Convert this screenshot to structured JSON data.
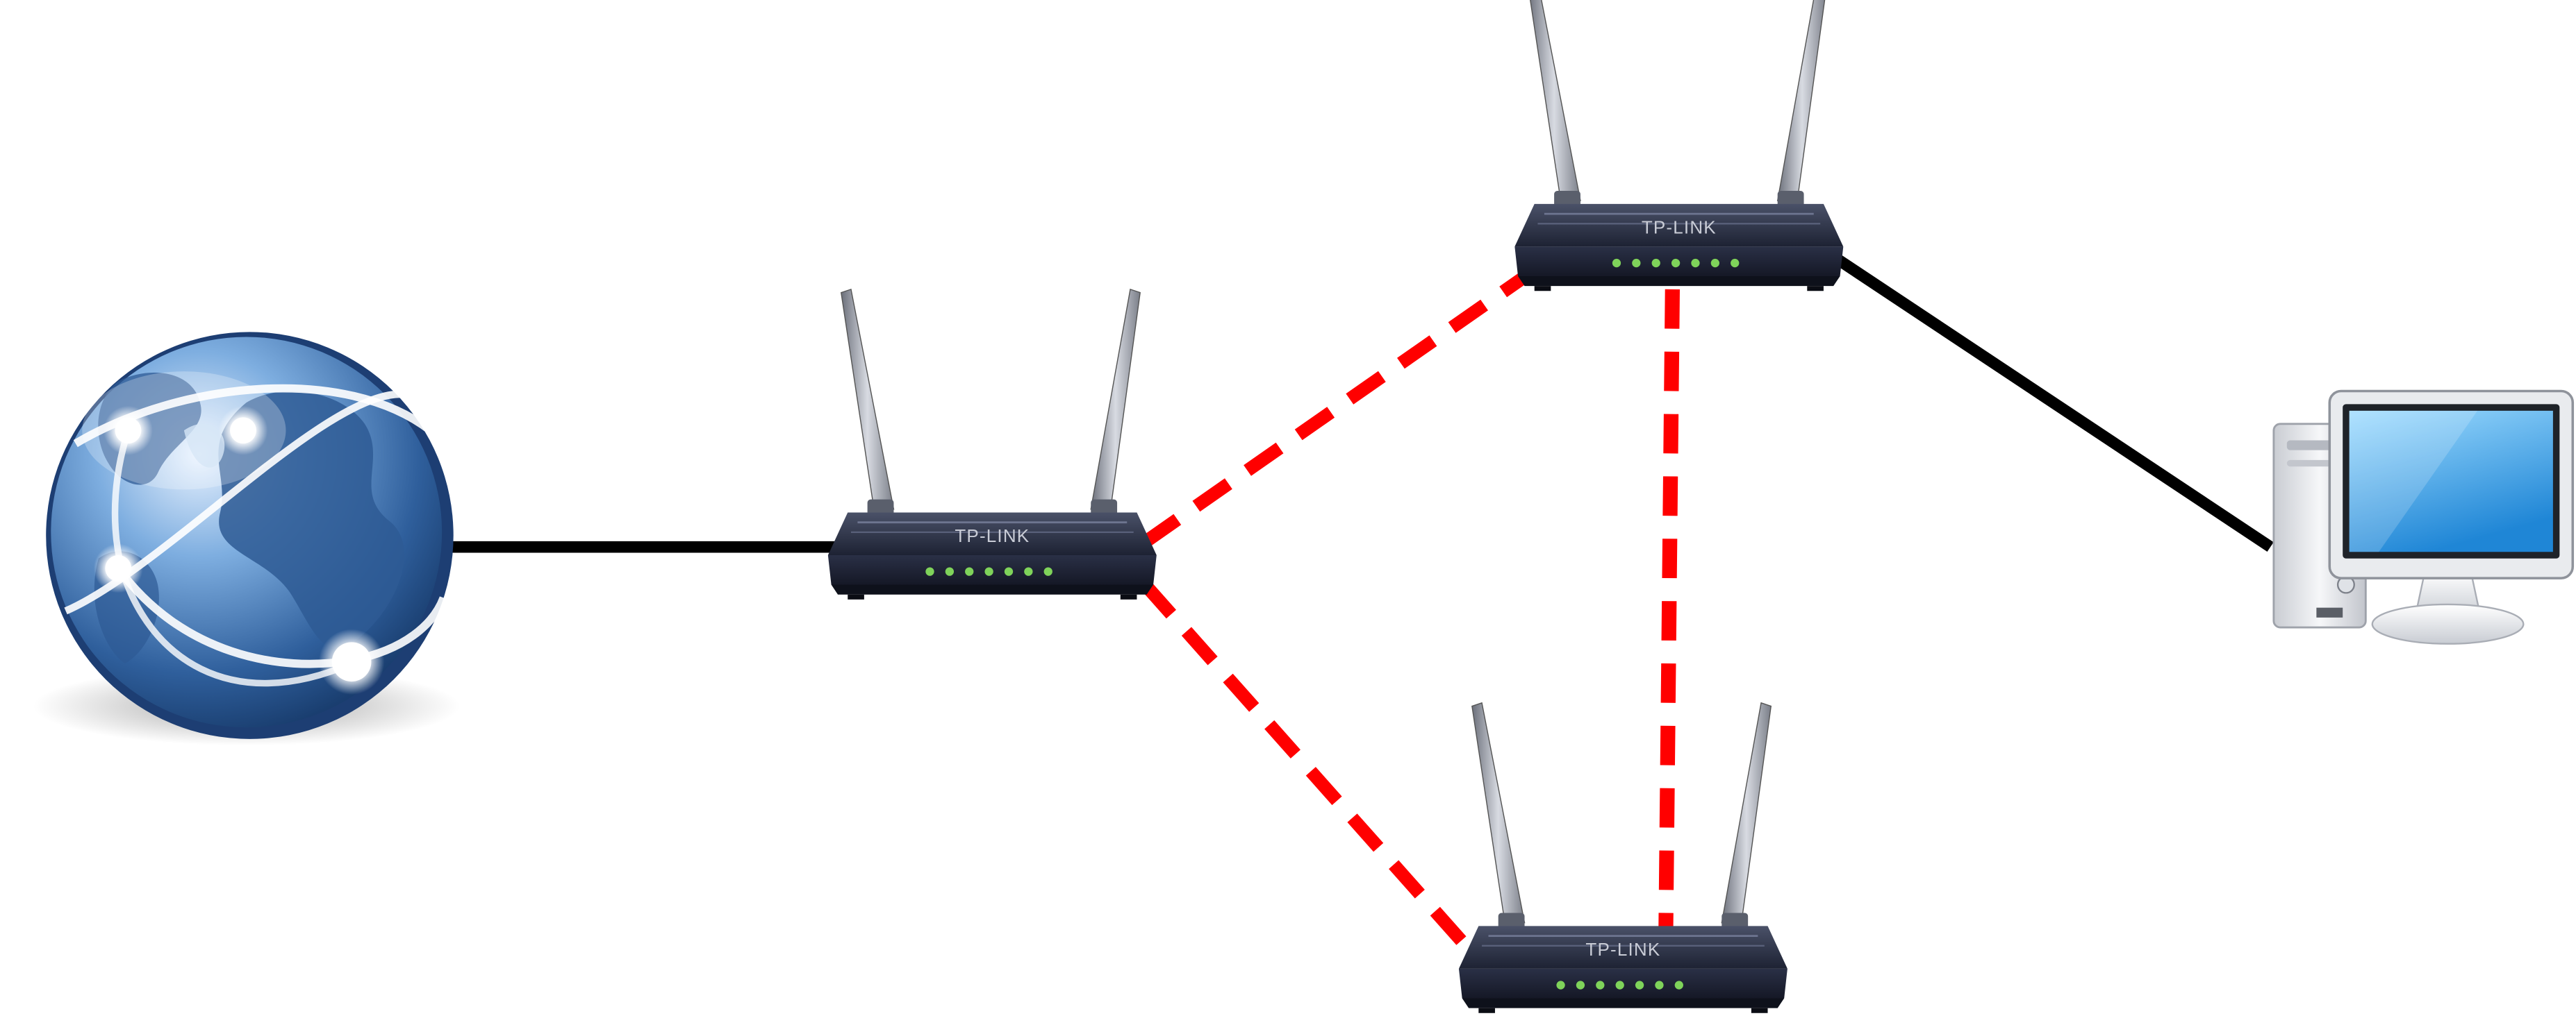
{
  "diagram": {
    "nodes": [
      {
        "id": "internet",
        "kind": "globe-icon"
      },
      {
        "id": "router-main",
        "kind": "router-icon",
        "brand": "TP-LINK"
      },
      {
        "id": "router-top",
        "kind": "router-icon",
        "brand": "TP-LINK"
      },
      {
        "id": "router-bottom",
        "kind": "router-icon",
        "brand": "TP-LINK"
      },
      {
        "id": "computer",
        "kind": "desktop-computer-icon"
      }
    ],
    "links": [
      {
        "from": "internet",
        "to": "router-main",
        "type": "wired"
      },
      {
        "from": "router-main",
        "to": "router-top",
        "type": "wireless"
      },
      {
        "from": "router-main",
        "to": "router-bottom",
        "type": "wireless"
      },
      {
        "from": "router-top",
        "to": "router-bottom",
        "type": "wireless"
      },
      {
        "from": "router-top",
        "to": "computer",
        "type": "wired"
      }
    ],
    "colors": {
      "wired_link": "#000000",
      "wireless_link": "#ff0000",
      "router_body": "#272d42",
      "router_led": "#7fd35a",
      "globe_ocean": "#2f5f9c",
      "screen": "#3aa6e8"
    }
  }
}
